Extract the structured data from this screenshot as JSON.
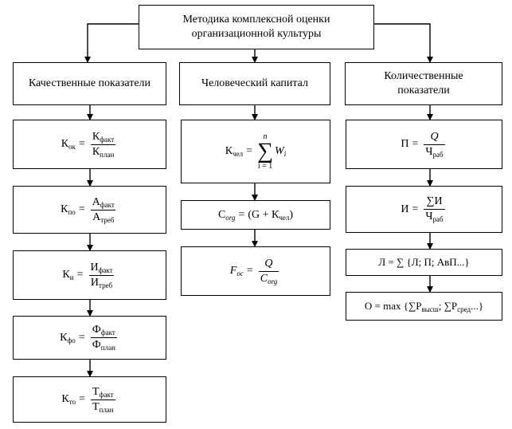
{
  "title": "Методика комплексной оценки организационной культуры",
  "title_lines": [
    "Методика комплексной оценки",
    "организационной культуры"
  ],
  "columns": {
    "qualitative": {
      "header": "Качественные показатели",
      "formulas": [
        {
          "lhs": "К",
          "lhs_sub": "ок",
          "eq": "=",
          "num": "К",
          "num_sub": "факт",
          "den": "К",
          "den_sub": "план"
        },
        {
          "lhs": "К",
          "lhs_sub": "по",
          "eq": "=",
          "num": "А",
          "num_sub": "факт",
          "den": "А",
          "den_sub": "треб"
        },
        {
          "lhs": "К",
          "lhs_sub": "и",
          "eq": "=",
          "num": "И",
          "num_sub": "факт",
          "den": "И",
          "den_sub": "треб"
        },
        {
          "lhs": "К",
          "lhs_sub": "фо",
          "eq": "=",
          "num": "Ф",
          "num_sub": "факт",
          "den": "Ф",
          "den_sub": "план"
        },
        {
          "lhs": "К",
          "lhs_sub": "то",
          "eq": "=",
          "num": "Т",
          "num_sub": "факт",
          "den": "Т",
          "den_sub": "план"
        }
      ]
    },
    "human_capital": {
      "header": "Человеческий капитал",
      "f1": {
        "lhs": "К",
        "lhs_sub": "чел",
        "eq": "=",
        "upper": "n",
        "sigma": "∑",
        "lower": "i = 1",
        "term": "W",
        "term_sub": "i"
      },
      "f2": {
        "lhs": "С",
        "lhs_sub": "org",
        "eq": "=",
        "rhs": "(G + К",
        "rhs_sub": "чел",
        "rhs_end": ")"
      },
      "f3": {
        "lhs": "F",
        "lhs_sub": "oc",
        "eq": "=",
        "num": "Q",
        "den": "C",
        "den_sub": "org"
      }
    },
    "quantitative": {
      "header_lines": [
        "Количественные",
        "показатели"
      ],
      "f1": {
        "lhs": "П",
        "eq": "=",
        "num": "Q",
        "den": "Ч",
        "den_sub": "раб"
      },
      "f2": {
        "lhs": "И",
        "eq": "=",
        "num": "∑И",
        "den": "Ч",
        "den_sub": "раб"
      },
      "f3": "Л = ∑ {Л; П; АвП...}",
      "f4": {
        "pre": "О = max {∑Р",
        "sub1": "высш",
        "mid": "; ∑Р",
        "sub2": "сред",
        "post": "...}"
      }
    }
  },
  "colors": {
    "line": "#000000",
    "background": "#ffffff"
  }
}
